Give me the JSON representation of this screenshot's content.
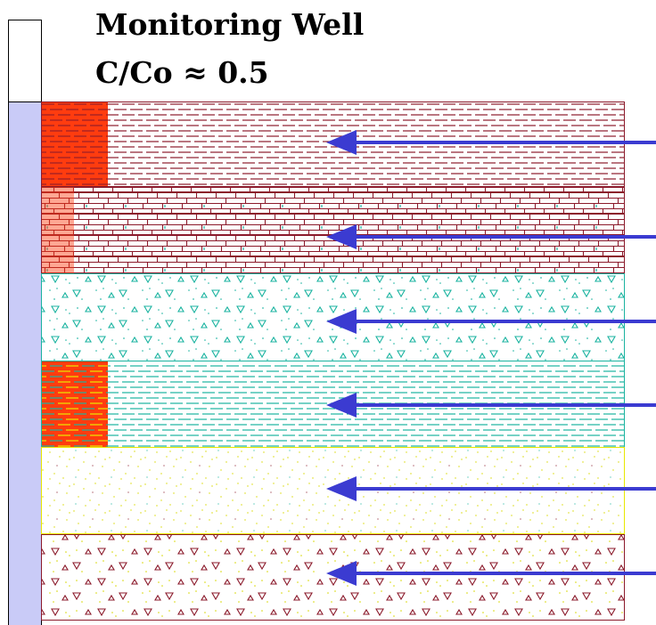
{
  "title": {
    "line1": "Monitoring Well",
    "line2": "C/Co ≈ 0.5"
  },
  "colors": {
    "well_casing_fill": "#c9cbf7",
    "well_screen_outline": "#000000",
    "contaminant_fill": "#ff3c0f",
    "arrow_color": "#3b3bd1",
    "maroon_pattern": "#8b1a2b",
    "teal_pattern": "#1ab3a0",
    "yellow_pattern": "#e8e800"
  },
  "layers": [
    {
      "name": "clay-layer",
      "pattern": "dash-maroon",
      "contaminant": true,
      "contaminant_extent": "full-left"
    },
    {
      "name": "limestone-layer",
      "pattern": "brick-maroon",
      "contaminant": true,
      "contaminant_extent": "thin-left"
    },
    {
      "name": "gravel-teal-layer",
      "pattern": "triangles-teal",
      "contaminant": false
    },
    {
      "name": "silt-teal-layer",
      "pattern": "dash-teal",
      "contaminant": true,
      "contaminant_extent": "full-left"
    },
    {
      "name": "sand-layer",
      "pattern": "dots-yellow",
      "contaminant": false
    },
    {
      "name": "gravel-sand-layer",
      "pattern": "triangles-maroon-dots-yellow",
      "contaminant": false
    }
  ],
  "arrows": [
    {
      "name": "flow-arrow-1"
    },
    {
      "name": "flow-arrow-2"
    },
    {
      "name": "flow-arrow-3"
    },
    {
      "name": "flow-arrow-4"
    },
    {
      "name": "flow-arrow-5"
    },
    {
      "name": "flow-arrow-6"
    }
  ]
}
